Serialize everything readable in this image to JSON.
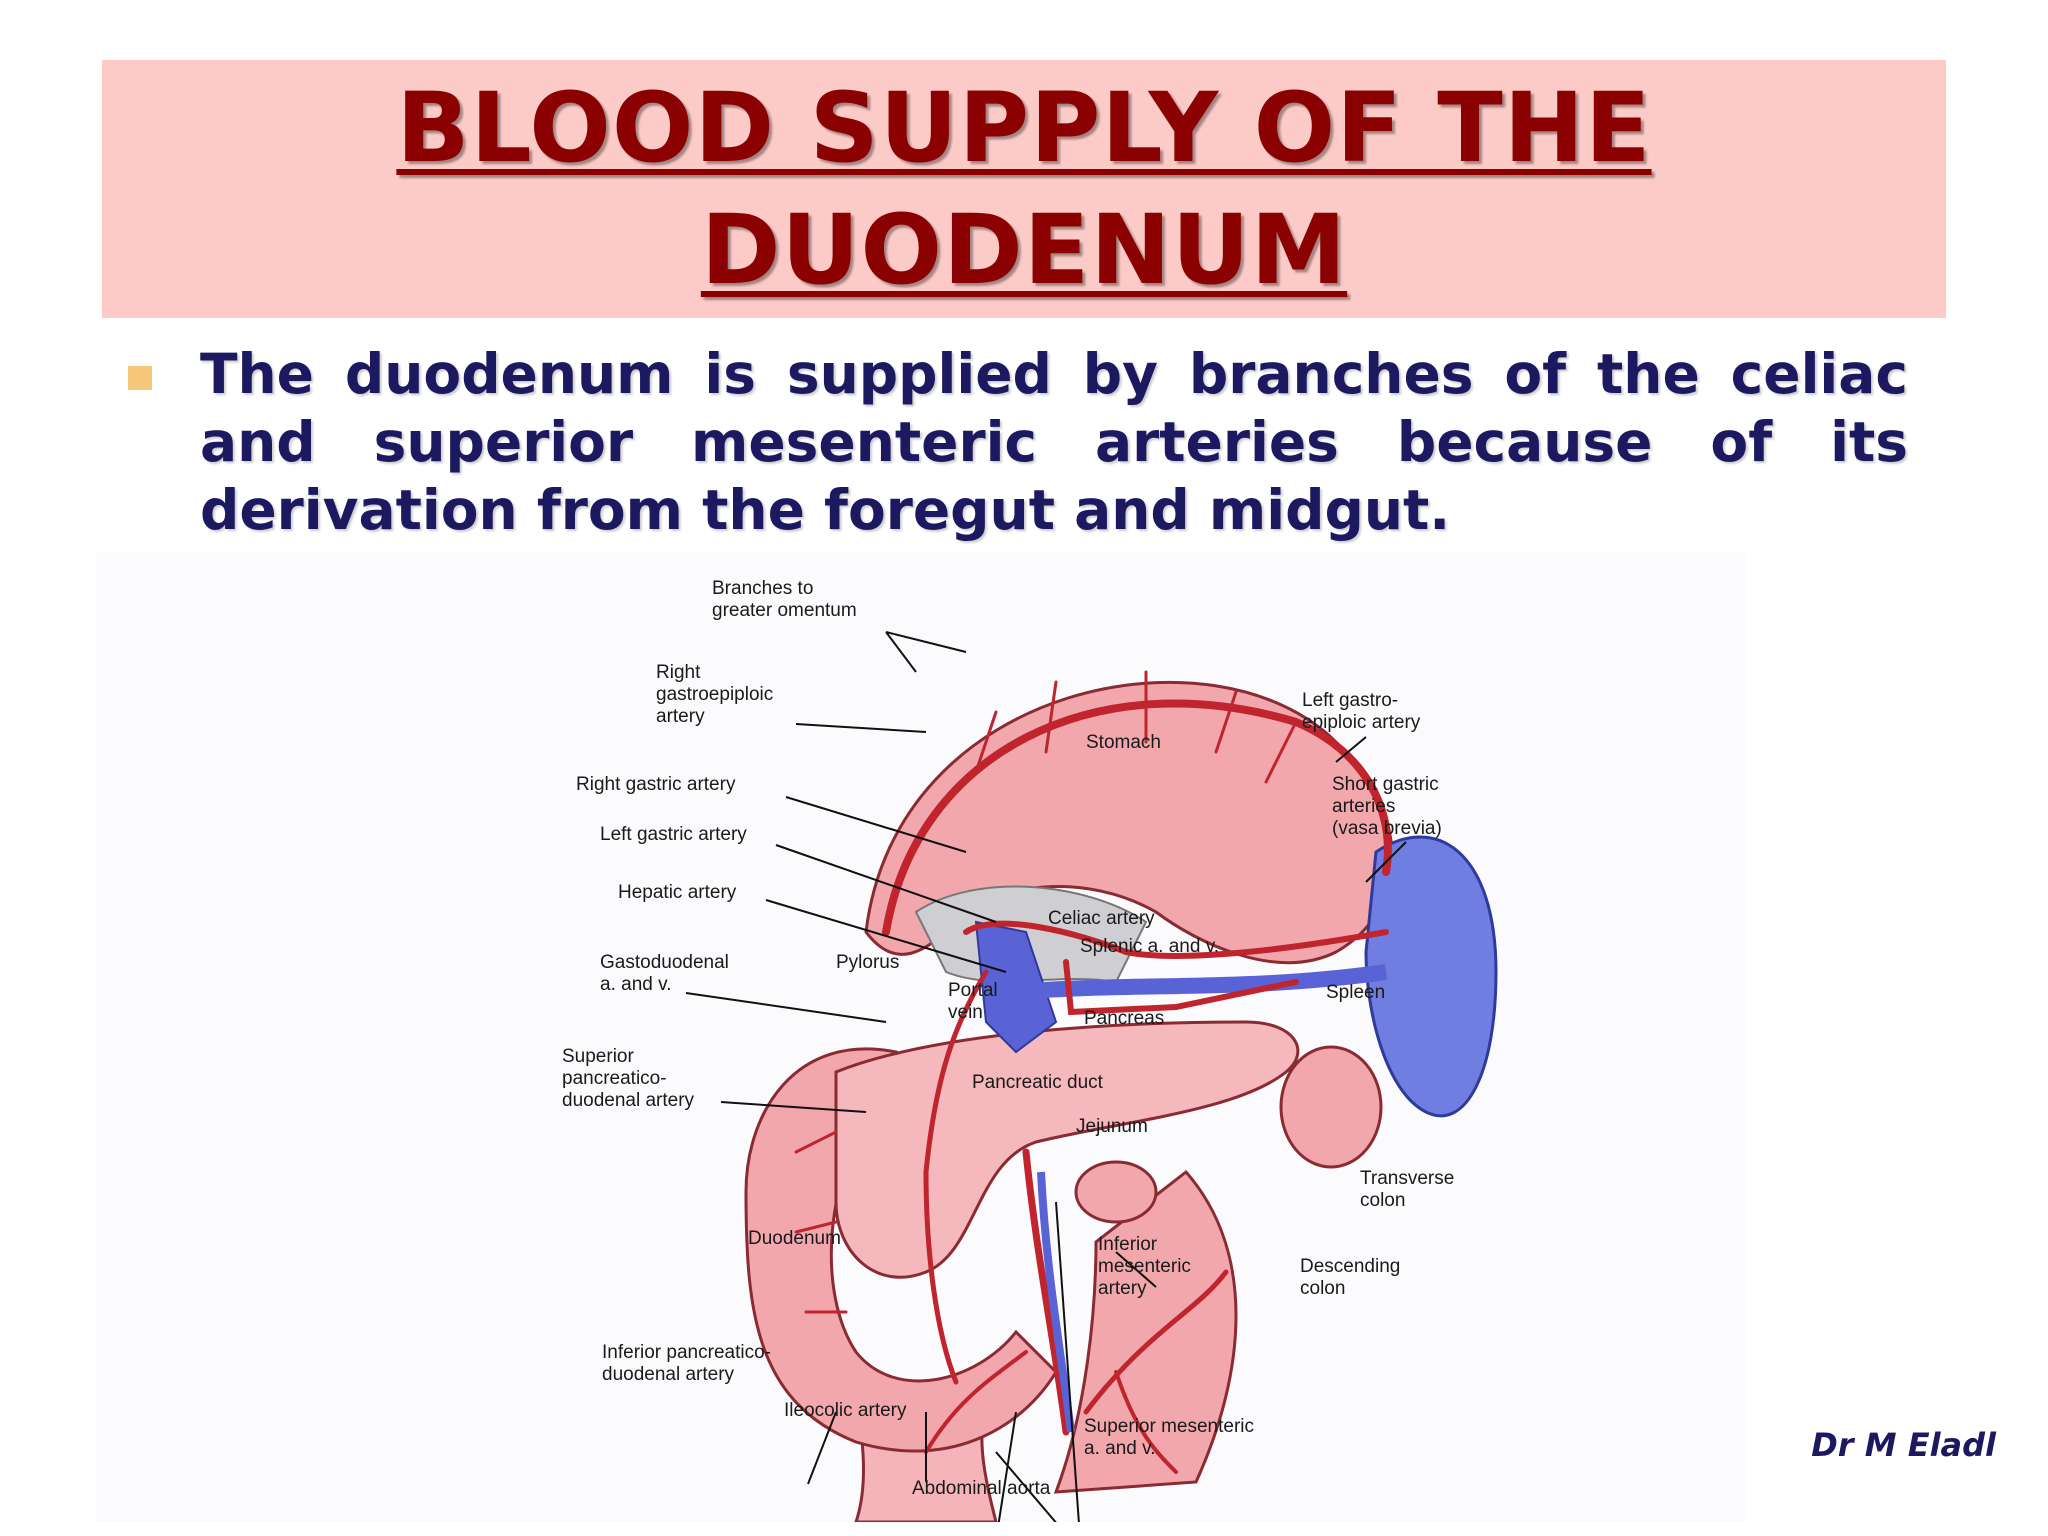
{
  "slide": {
    "title_line1": "BLOOD SUPPLY OF THE",
    "title_line2": "DUODENUM",
    "body": "The duodenum is supplied by branches of the celiac and superior mesenteric arteries because of its derivation from the foregut and midgut.",
    "credit": "Dr M Eladl"
  },
  "figure": {
    "labels": {
      "branches_omentum": "Branches to\ngreater omentum",
      "right_gastroepiploic": "Right\ngastroepiploic\nartery",
      "right_gastric": "Right gastric artery",
      "left_gastric": "Left gastric artery",
      "hepatic": "Hepatic artery",
      "gastroduodenal": "Gastoduodenal\na. and v.",
      "sup_pancreaticoduodenal": "Superior\npancreatico-\nduodenal  artery",
      "duodenum": "Duodenum",
      "inf_pancreaticoduodenal": "Inferior pancreatico-\nduodenal artery",
      "ileocolic": "Ileocolic artery",
      "abdominal_aorta": "Abdominal aorta",
      "sup_mesenteric": "Superior mesenteric\na. and v.",
      "inf_mesenteric": "Inferior\nmesenteric\nartery",
      "descending_colon": "Descending\ncolon",
      "transverse_colon": "Transverse\ncolon",
      "spleen": "Spleen",
      "short_gastric": "Short gastric\narteries\n(vasa brevia)",
      "left_gastroepiploic": "Left gastro-\nepiploic artery",
      "stomach": "Stomach",
      "celiac": "Celiac artery",
      "splenic": "Splenic a. and v.",
      "pylorus": "Pylorus",
      "portal_vein": "Portal\nvein",
      "pancreas": "Pancreas",
      "pancreatic_duct": "Pancreatic duct",
      "jejunum": "Jejunum"
    }
  },
  "colors": {
    "title_band": "#fccbc8",
    "title_text": "#8b0000",
    "body_text": "#1c1960",
    "bullet": "#f6c97a",
    "organ": "#f2a7ad",
    "artery": "#c0242c",
    "vein": "#5a63d6"
  }
}
